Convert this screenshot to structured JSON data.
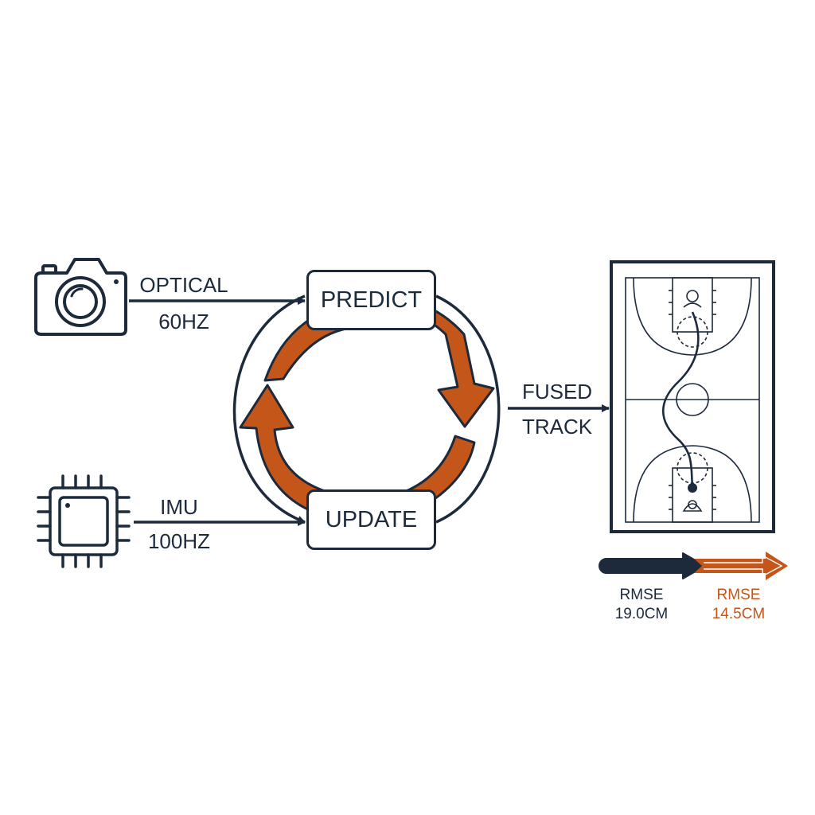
{
  "inputs": {
    "optical": {
      "name": "OPTICAL",
      "rate": "60HZ",
      "icon": "camera-icon"
    },
    "imu": {
      "name": "IMU",
      "rate": "100HZ",
      "icon": "chip-icon"
    }
  },
  "filter": {
    "predict_label": "PREDICT",
    "update_label": "UPDATE"
  },
  "output": {
    "line1": "FUSED",
    "line2": "TRACK",
    "icon": "basketball-court-icon"
  },
  "metrics": {
    "before": {
      "label": "RMSE",
      "value": "19.0CM"
    },
    "after": {
      "label": "RMSE",
      "value": "14.5CM"
    }
  },
  "colors": {
    "navy": "#1c2a3c",
    "orange": "#c4561a"
  }
}
